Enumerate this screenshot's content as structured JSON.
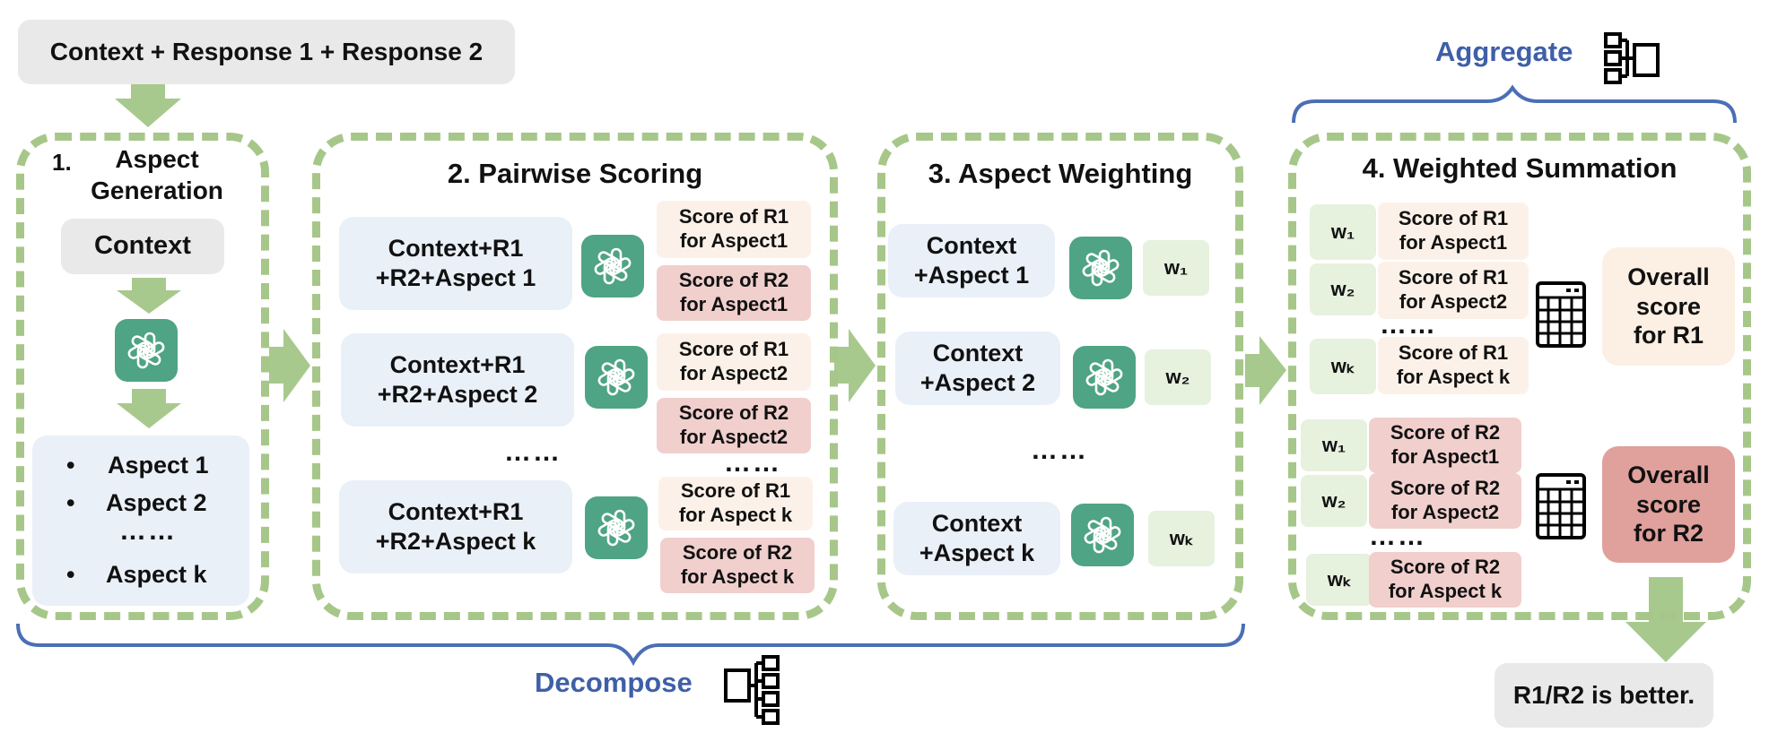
{
  "input": {
    "text": "Context + Response 1 + Response 2"
  },
  "steps": {
    "generation": {
      "number": "1.",
      "title": "Aspect Generation",
      "context": "Context",
      "aspects": [
        "Aspect 1",
        "Aspect 2",
        "Aspect k"
      ],
      "dots": "……"
    },
    "scoring": {
      "title": "2. Pairwise Scoring",
      "inputs": [
        "Context+R1\n+R2+Aspect 1",
        "Context+R1\n+R2+Aspect 2",
        "Context+R1\n+R2+Aspect k"
      ],
      "scores": [
        [
          "Score of R1\nfor Aspect1",
          "Score of R2\nfor Aspect1"
        ],
        [
          "Score of R1\nfor Aspect2",
          "Score of R2\nfor Aspect2"
        ],
        [
          "Score of R1\nfor Aspect k",
          "Score of R2\nfor Aspect k"
        ]
      ],
      "dots": "……"
    },
    "weighting": {
      "title": "3. Aspect Weighting",
      "inputs": [
        "Context\n+Aspect 1",
        "Context\n+Aspect 2",
        "Context\n+Aspect k"
      ],
      "weights": [
        "w₁",
        "w₂",
        "wₖ"
      ],
      "dots": "……"
    },
    "summation": {
      "title": "4. Weighted Summation",
      "weights_r1": [
        "w₁",
        "w₂",
        "wₖ"
      ],
      "scores_r1": [
        "Score of R1\nfor Aspect1",
        "Score of R1\nfor Aspect2",
        "Score of R1\nfor Aspect k"
      ],
      "weights_r2": [
        "w₁",
        "w₂",
        "wₖ"
      ],
      "scores_r2": [
        "Score of R2\nfor Aspect1",
        "Score of R2\nfor Aspect2",
        "Score of R2\nfor Aspect k"
      ],
      "overall_r1": "Overall\nscore\nfor R1",
      "overall_r2": "Overall\nscore\nfor R2",
      "dots": "……"
    }
  },
  "labels": {
    "aggregate": "Aggregate",
    "decompose": "Decompose"
  },
  "result": "R1/R2 is better.",
  "colors": {
    "dash_green": "#a6c789",
    "arrow_green": "#a8c98d",
    "gpt_green": "#4ea484",
    "bracket_blue": "#4a6fb5"
  },
  "icons": [
    "chatgpt-icon",
    "calculator-icon",
    "aggregate-icon",
    "decompose-icon"
  ]
}
